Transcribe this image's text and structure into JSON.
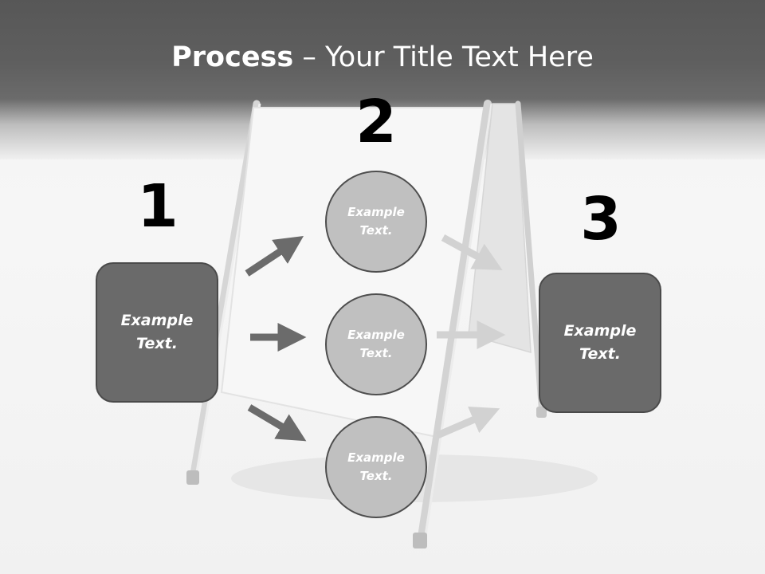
{
  "slide": {
    "title_bold": "Process",
    "title_rest": " – Your Title Text Here"
  },
  "steps": {
    "one": "1",
    "two": "2",
    "three": "3"
  },
  "boxes": {
    "left_text": "Example\nText.",
    "right_text": "Example\nText."
  },
  "circles": [
    {
      "text": "Example\nText."
    },
    {
      "text": "Example\nText."
    },
    {
      "text": "Example\nText."
    }
  ],
  "colors": {
    "header": "#595959",
    "box_fill": "#6a6a6a",
    "circle_fill": "#c0c0c0",
    "arrow": "#6b6b6b",
    "arrow_faded": "#d2d2d2"
  }
}
